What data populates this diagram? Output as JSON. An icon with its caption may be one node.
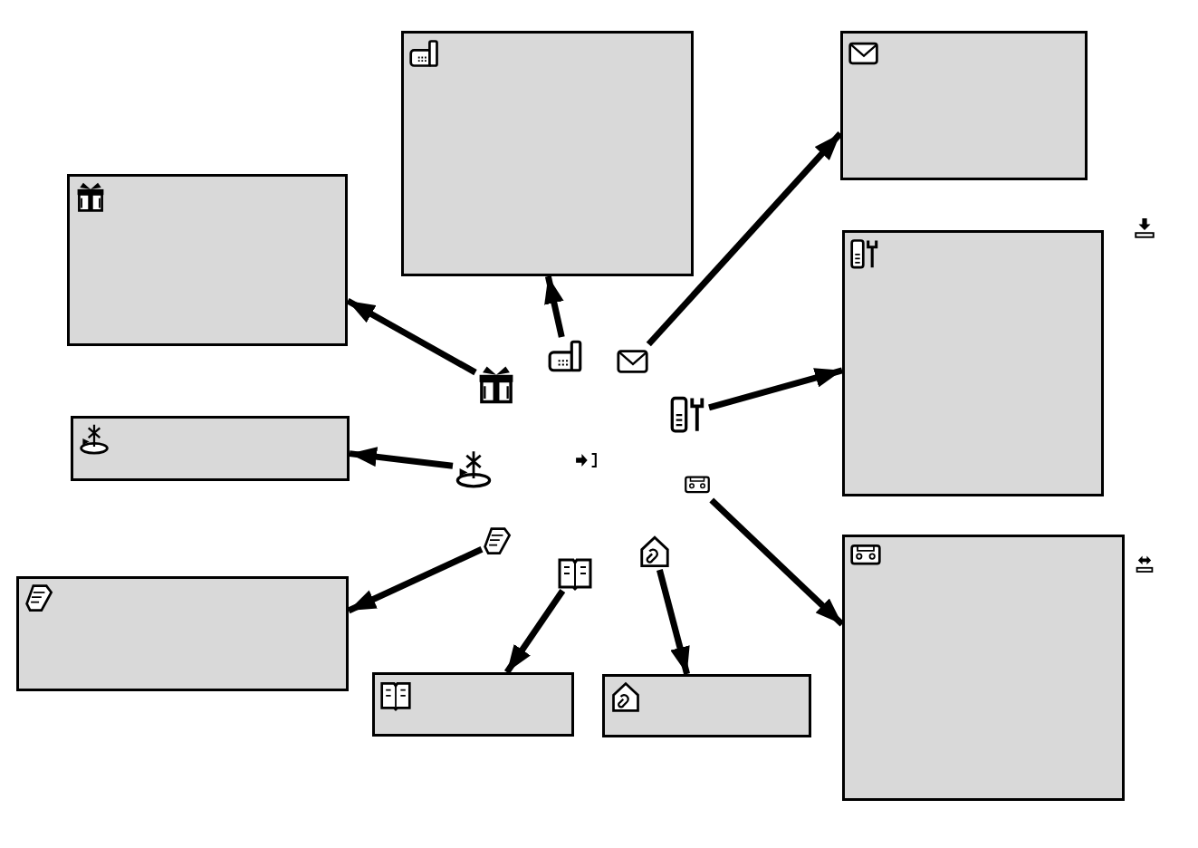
{
  "diagram": {
    "nodes": [
      {
        "text": [],
        "shape": "box"
      },
      {
        "text": [],
        "shape": "box"
      },
      {
        "text": [],
        "shape": "box"
      },
      {
        "text": [],
        "shape": "box"
      },
      {
        "text": [],
        "shape": "icon"
      },
      {
        "text": [],
        "shape": "icon"
      },
      {
        "text": [],
        "shape": "icon"
      },
      {
        "text": [],
        "shape": "icon"
      },
      {
        "text": [],
        "shape": "box"
      },
      {
        "text": [],
        "shape": "icon"
      },
      {
        "text": [],
        "shape": "icon"
      },
      {
        "text": [],
        "shape": "icon"
      },
      {
        "text": [],
        "shape": "box"
      },
      {
        "text": [],
        "shape": "icon"
      },
      {
        "text": [],
        "shape": "icon"
      },
      {
        "text": [],
        "shape": "box"
      },
      {
        "text": [],
        "shape": "box"
      },
      {
        "text": [],
        "shape": "box"
      }
    ],
    "edges": [
      {
        "from": 4,
        "to": 0,
        "arrow": "to"
      },
      {
        "from": 5,
        "to": 1,
        "arrow": "to"
      },
      {
        "from": 6,
        "to": 2,
        "arrow": "to"
      },
      {
        "from": 7,
        "to": 3,
        "arrow": "to"
      },
      {
        "from": 9,
        "to": 8,
        "arrow": "to"
      },
      {
        "from": 10,
        "to": 12,
        "arrow": "to"
      },
      {
        "from": 11,
        "to": 15,
        "arrow": "to"
      },
      {
        "from": 14,
        "to": 16,
        "arrow": "to"
      },
      {
        "from": 13,
        "to": 17,
        "arrow": "to"
      }
    ]
  }
}
